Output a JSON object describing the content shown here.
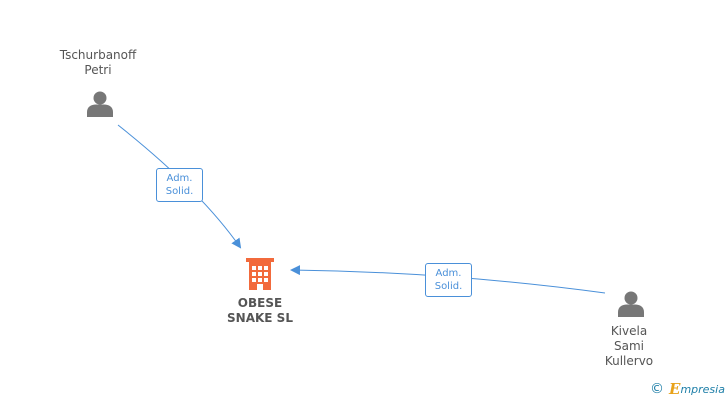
{
  "persons": [
    {
      "lines": [
        "Tschurbanoff",
        "Petri"
      ]
    },
    {
      "lines": [
        "Kivela",
        "Sami",
        "Kullervo"
      ]
    }
  ],
  "company": {
    "lines": [
      "OBESE",
      "SNAKE SL"
    ]
  },
  "relations": [
    {
      "from": "Tschurbanoff Petri",
      "lines": [
        "Adm.",
        "Solid."
      ]
    },
    {
      "from": "Kivela Sami Kullervo",
      "lines": [
        "Adm.",
        "Solid."
      ]
    }
  ],
  "footer": {
    "copyright_symbol": "©",
    "brand_initial": "E",
    "brand_rest": "mpresia"
  },
  "colors": {
    "person_icon": "#777777",
    "company_icon": "#f26a3c",
    "edge": "#4a90d9",
    "brand_blue": "#1e7fa8",
    "brand_orange": "#e8a21a"
  },
  "icons": {
    "person": "person-icon",
    "company": "building-icon",
    "arrowhead": "arrowhead-icon"
  }
}
